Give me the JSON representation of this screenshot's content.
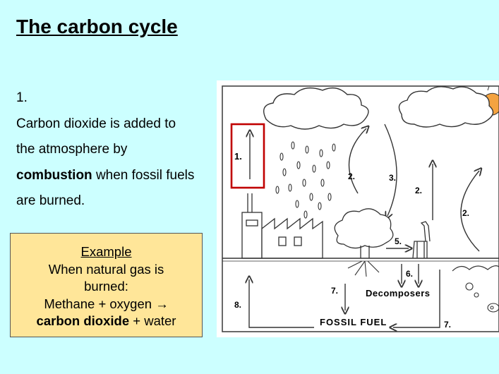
{
  "title": "The carbon cycle",
  "step": {
    "number": "1.",
    "line1": "Carbon dioxide is added to",
    "line2": "the atmosphere by",
    "bold_word": "combustion",
    "line3_rest": " when fossil fuels",
    "line4": "are burned."
  },
  "example": {
    "heading": "Example",
    "line1": "When natural gas is",
    "line2": "burned:",
    "line3_prefix": "Methane + oxygen ",
    "arrow": "→",
    "bold": "carbon dioxide",
    "line4_rest": " + water"
  },
  "diagram": {
    "labels": {
      "arrow_1": "1.",
      "arrow_2a": "2.",
      "arrow_3": "3.",
      "arrow_2b": "2.",
      "arrow_2c": "2.",
      "arrow_5": "5.",
      "arrow_6": "6.",
      "arrow_7a": "7.",
      "arrow_8": "8.",
      "arrow_7b": "7.",
      "decomposers": "Decomposers",
      "fossil_fuel": "FOSSIL FUEL"
    },
    "colors": {
      "highlight": "#c00000",
      "sun": "#f4a340",
      "paper": "#ffffff"
    }
  }
}
